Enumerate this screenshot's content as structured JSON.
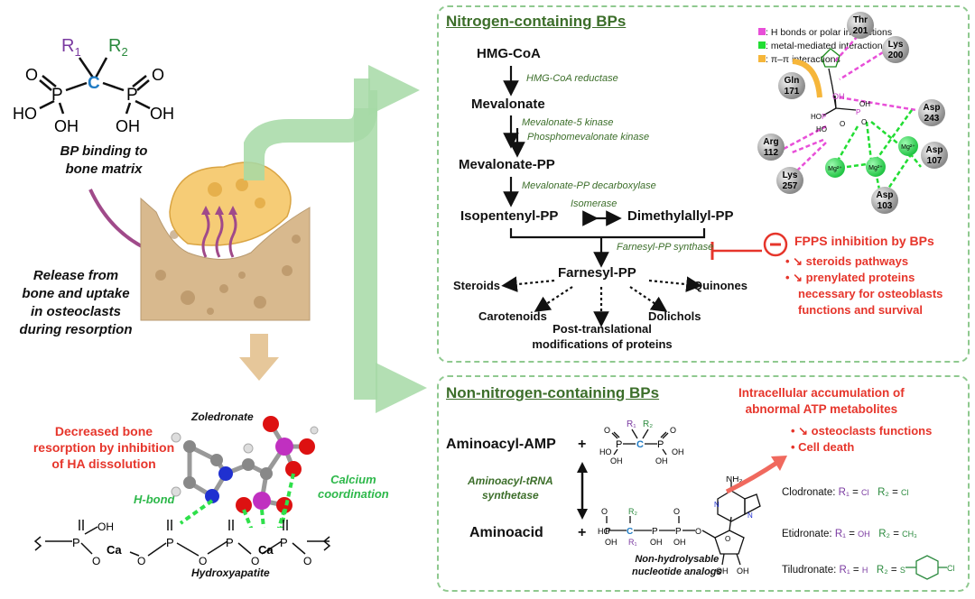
{
  "bp_struct": {
    "r1": "R",
    "r1_sub": "1",
    "r2": "R",
    "r2_sub": "2",
    "c": "C",
    "p": "P",
    "o": "O",
    "ho": "HO",
    "oh": "OH",
    "caption1": "BP binding to",
    "caption2": "bone matrix"
  },
  "release": [
    "Release from",
    "bone and uptake",
    "in osteoclasts",
    "during resorption"
  ],
  "left_bottom": {
    "decreased": [
      "Decreased bone",
      "resorption by inhibition",
      "of HA dissolution"
    ],
    "zoledronate": "Zoledronate",
    "hbond": "H-bond",
    "calcium": [
      "Calcium",
      "coordination"
    ],
    "hydroxyapatite": "Hydroxyapatite",
    "ca": "Ca",
    "p": "P",
    "o": "O",
    "oh": "OH"
  },
  "ncbp": {
    "title": "Nitrogen-containing BPs",
    "hmg": "HMG-CoA",
    "e1": "HMG-CoA reductase",
    "mev": "Mevalonate",
    "e2": "Mevalonate-5 kinase",
    "e3": "Phosphomevalonate kinase",
    "mevpp": "Mevalonate-PP",
    "e4": "Mevalonate-PP decarboxylase",
    "isomerase": "Isomerase",
    "ipp": "Isopentenyl-PP",
    "dmapp": "Dimethylallyl-PP",
    "fpps": "Farnesyl-PP synthase",
    "fpp": "Farnesyl-PP",
    "steroids": "Steroids",
    "quinones": "Quinones",
    "carotenoids": "Carotenoids",
    "dolichols": "Dolichols",
    "ptm1": "Post-translational",
    "ptm2": "modifications of proteins",
    "minus": "-",
    "inhib_title": "FPPS inhibition by BPs",
    "inhib_items": [
      "• ↘ steroids pathways",
      "• ↘ prenylated proteins",
      "necessary for osteoblasts",
      "functions and survival"
    ]
  },
  "legend": {
    "pink": ": H bonds or polar interactions",
    "green": ": metal-mediated interactions",
    "orange": ": π–π interactions",
    "colors": {
      "pink": "#e84fd8",
      "green": "#22dd33",
      "orange": "#f6b63a"
    }
  },
  "residues": [
    {
      "l1": "Thr",
      "l2": "201"
    },
    {
      "l1": "Lys",
      "l2": "200"
    },
    {
      "l1": "Gln",
      "l2": "171"
    },
    {
      "l1": "Asp",
      "l2": "243"
    },
    {
      "l1": "Arg",
      "l2": "112"
    },
    {
      "l1": "Asp",
      "l2": "107"
    },
    {
      "l1": "Lys",
      "l2": "257"
    },
    {
      "l1": "Asp",
      "l2": "103"
    }
  ],
  "mg": "Mg²⁺",
  "nnbp": {
    "title": "Non-nitrogen-containing BPs",
    "aminoacyl_amp": "Aminoacyl-AMP",
    "plus": "+",
    "trna1": "Aminoacyl-tRNA",
    "trna2": "synthetase",
    "aminoacid": "Aminoacid",
    "analog1": "Non-hydrolysable",
    "analog2": "nucleotide analogs",
    "nh2": "NH₂",
    "accum1": "Intracellular accumulation of",
    "accum2": "abnormal ATP metabolites",
    "items": [
      "• ↘ osteoclasts functions",
      "• Cell death"
    ],
    "clodronate": "Clodronate:",
    "etidronate": "Etidronate:",
    "tiludronate": "Tiludronate:",
    "cl": "Cl",
    "ch3": "CH₃",
    "h": "H",
    "oh": "OH",
    "s": "S",
    "r1": "R₁",
    "r2": "R₂",
    "eq": "="
  }
}
